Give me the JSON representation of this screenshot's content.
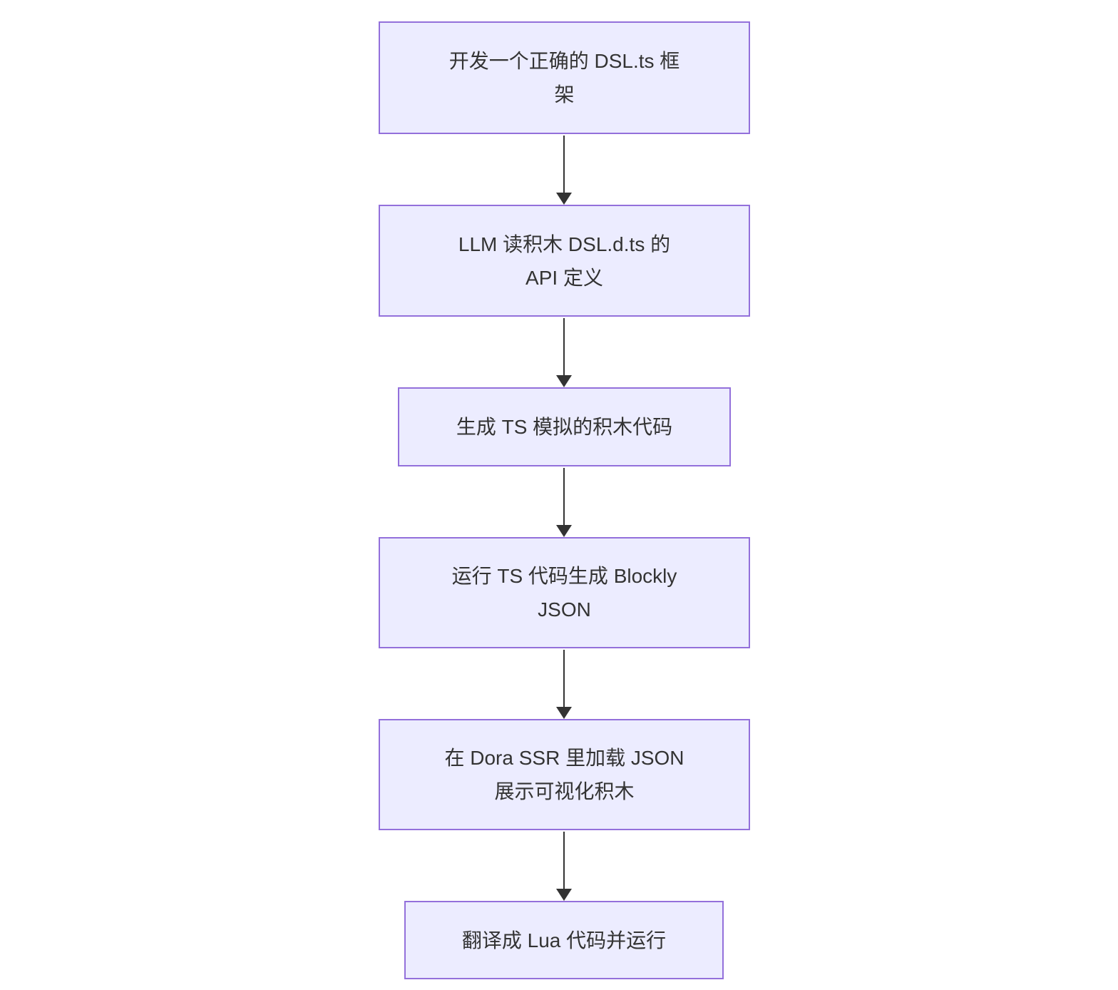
{
  "diagram": {
    "type": "flowchart",
    "direction": "top-down",
    "nodes": [
      {
        "id": 1,
        "label": "开发一个正确的 DSL.ts 框架",
        "lines": [
          "开发一个正确的 DSL.ts 框",
          "架"
        ]
      },
      {
        "id": 2,
        "label": "LLM 读积木 DSL.d.ts 的 API 定义",
        "lines": [
          "LLM 读积木 DSL.d.ts 的",
          "API 定义"
        ]
      },
      {
        "id": 3,
        "label": "生成 TS 模拟的积木代码",
        "lines": [
          "生成 TS 模拟的积木代码"
        ]
      },
      {
        "id": 4,
        "label": "运行 TS 代码生成 Blockly JSON",
        "lines": [
          "运行 TS 代码生成 Blockly",
          "JSON"
        ]
      },
      {
        "id": 5,
        "label": "在 Dora SSR 里加载 JSON 展示可视化积木",
        "lines": [
          "在 Dora SSR 里加载 JSON",
          "展示可视化积木"
        ]
      },
      {
        "id": 6,
        "label": "翻译成 Lua 代码并运行",
        "lines": [
          "翻译成 Lua 代码并运行"
        ]
      }
    ],
    "edges": [
      {
        "from": 1,
        "to": 2
      },
      {
        "from": 2,
        "to": 3
      },
      {
        "from": 3,
        "to": 4
      },
      {
        "from": 4,
        "to": 5
      },
      {
        "from": 5,
        "to": 6
      }
    ]
  },
  "theme": {
    "background": "#ffffff",
    "node_fill": "#ECECFF",
    "node_border": "#9370DB",
    "node_text": "#333333",
    "arrow_color": "#333333"
  }
}
